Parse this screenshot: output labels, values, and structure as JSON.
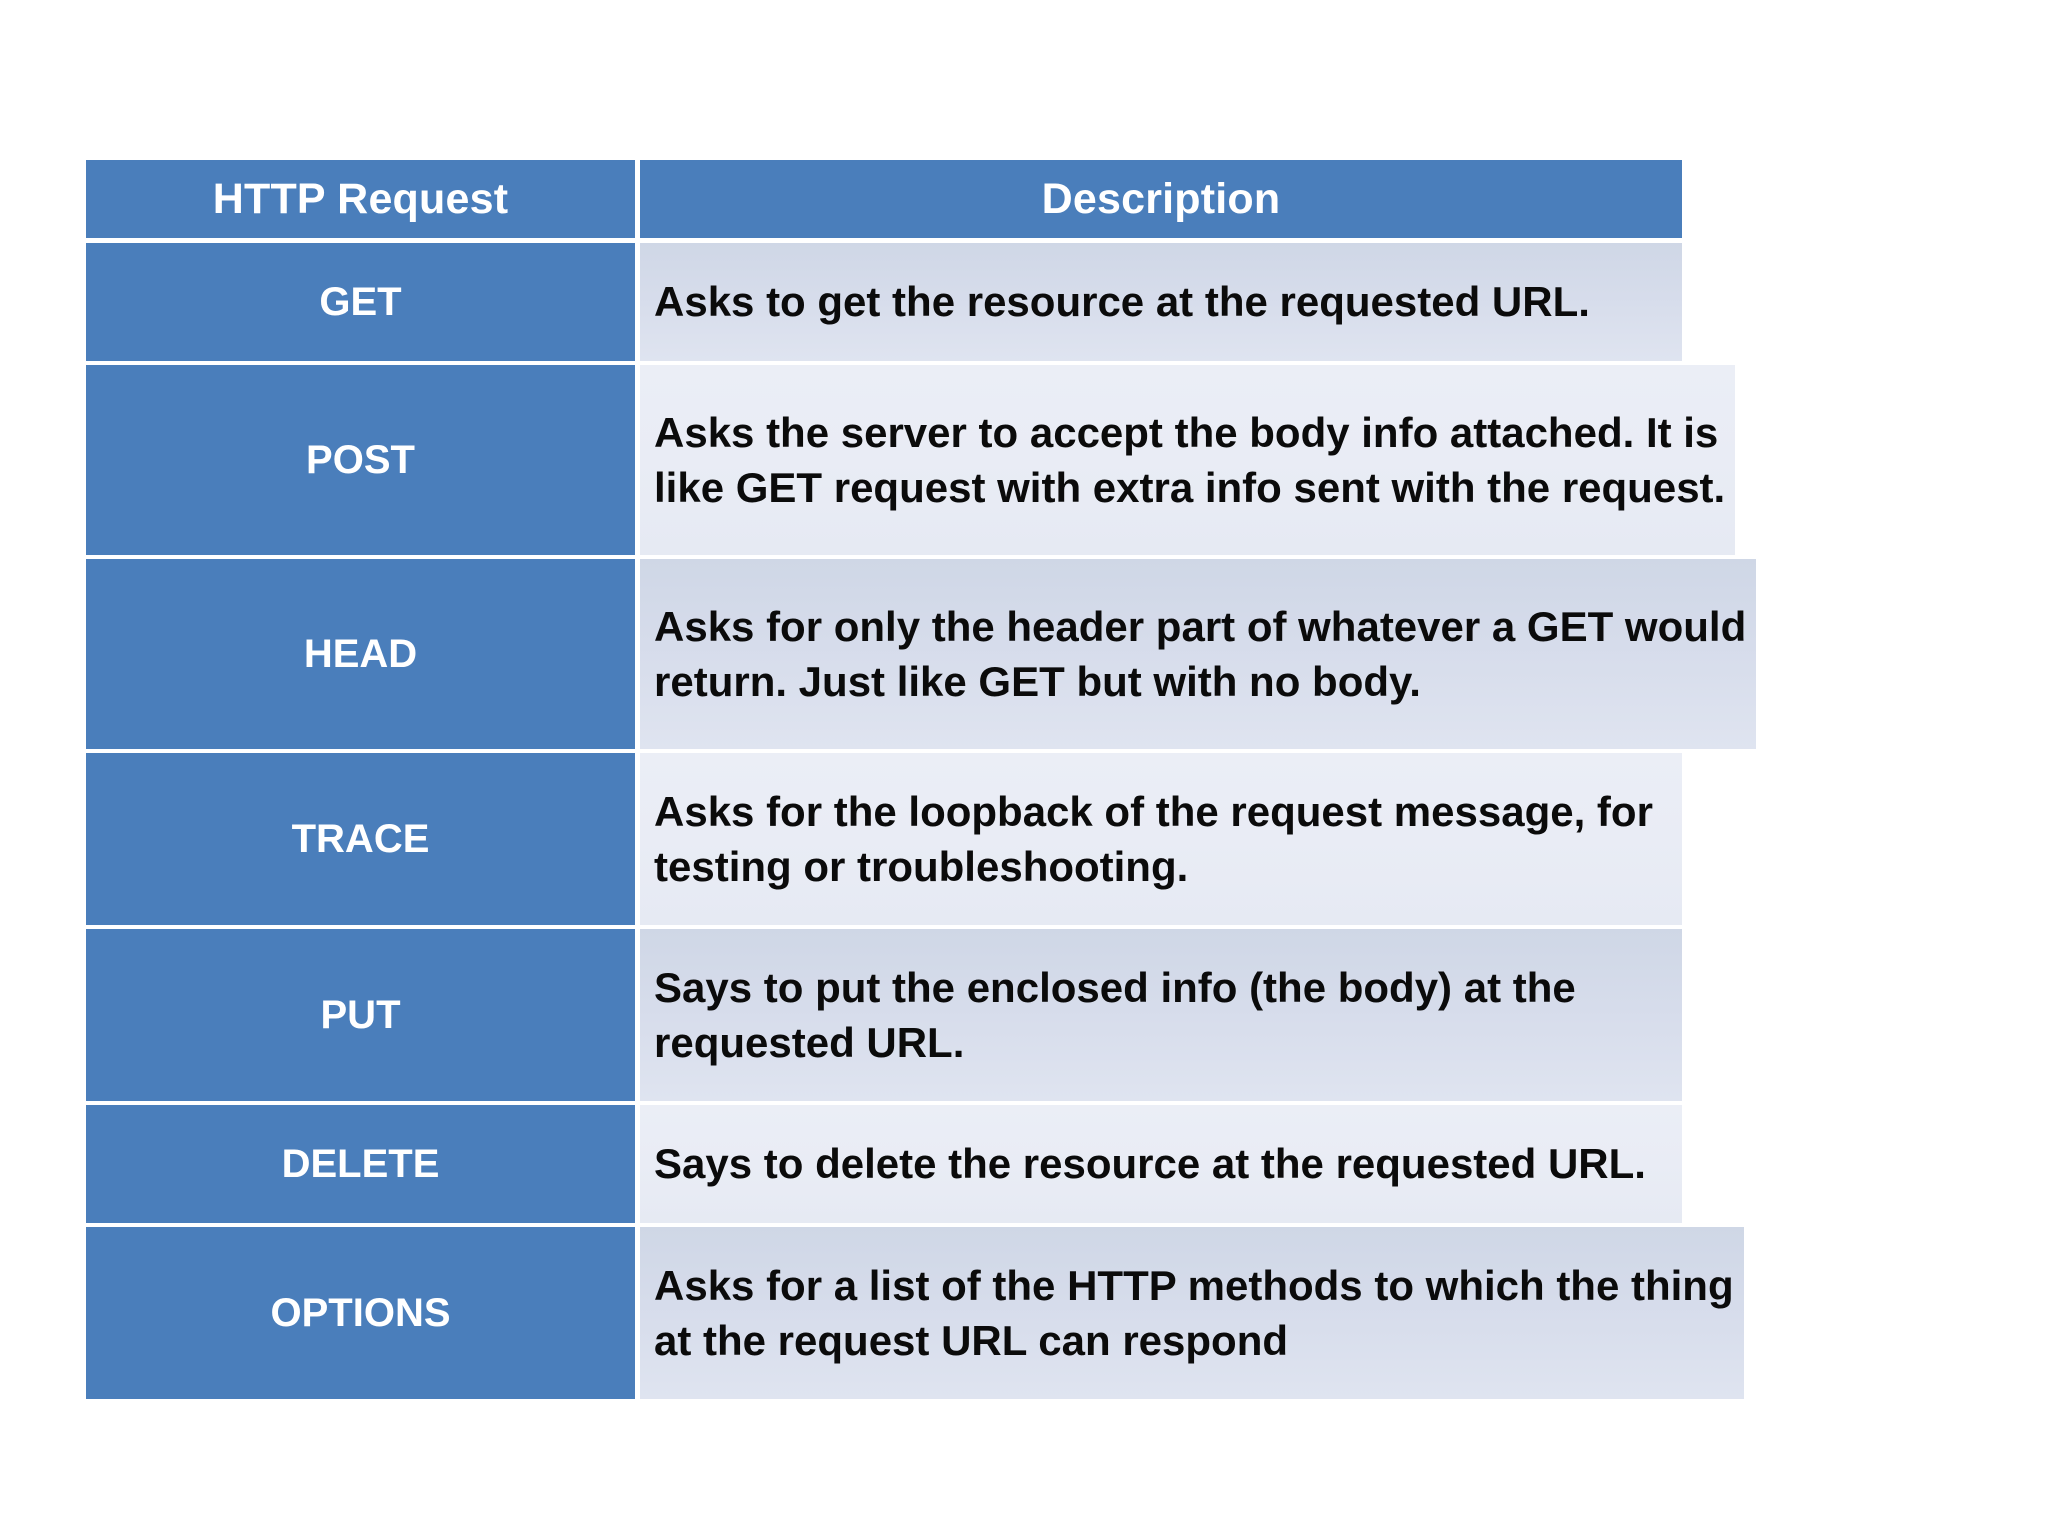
{
  "table": {
    "columns": [
      {
        "key": "method",
        "label": "HTTP Request"
      },
      {
        "key": "description",
        "label": "Description"
      }
    ],
    "header_bg": "#4a7ebb",
    "header_text_color": "#ffffff",
    "row_bg_odd": "#d3dae8",
    "row_bg_even": "#eaedf5",
    "method_cell_bg": "#4a7ebb",
    "body_text_color": "#0b0b0b",
    "page_bg": "#ffffff",
    "rows": [
      {
        "method": "GET",
        "description": "Asks to get the resource at the requested URL.",
        "lines": [
          "Asks to get the resource at the requested URL."
        ]
      },
      {
        "method": "POST",
        "description": "Asks the server to accept the body info attached. It is like GET request with extra info sent with the request.",
        "lines": [
          "Asks the server to accept the body info attached. It is",
          "like GET request with extra info sent with the request."
        ]
      },
      {
        "method": "HEAD",
        "description": "Asks for only the header part of whatever a GET would return. Just like GET but with no body.",
        "lines": [
          "Asks for only the header part of whatever a GET would",
          "return. Just like GET but with no body."
        ]
      },
      {
        "method": "TRACE",
        "description": "Asks for the loopback of the request message, for testing or troubleshooting.",
        "lines": [
          "Asks for the loopback of the request message, for",
          "testing or troubleshooting."
        ]
      },
      {
        "method": "PUT",
        "description": "Says to put the enclosed info (the body) at the requested URL.",
        "lines": [
          "Says to put the enclosed info (the body) at the",
          "requested URL."
        ]
      },
      {
        "method": "DELETE",
        "description": "Says to delete the resource at the requested URL.",
        "lines": [
          "Says to delete the resource at the requested URL."
        ]
      },
      {
        "method": "OPTIONS",
        "description": "Asks for a list of the HTTP methods to which the thing at the request URL can respond",
        "lines": [
          "Asks for a list of the HTTP methods to which the thing",
          "at the request URL can respond"
        ]
      }
    ]
  }
}
